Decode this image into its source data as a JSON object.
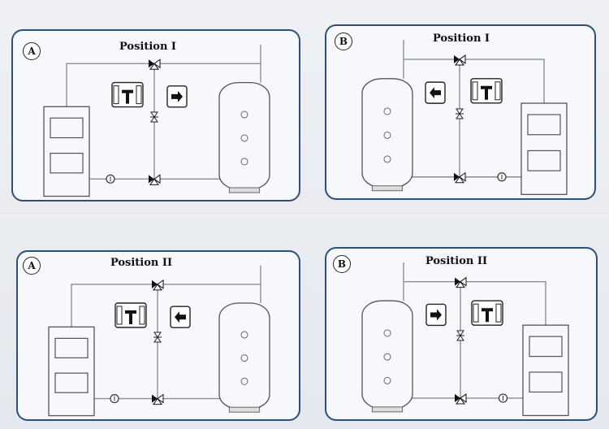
{
  "panels": [
    {
      "badge": "A",
      "title": "Position I"
    },
    {
      "badge": "B",
      "title": "Position I"
    },
    {
      "badge": "A",
      "title": "Position II"
    },
    {
      "badge": "B",
      "title": "Position II"
    }
  ],
  "colors": {
    "panel_border": "#2d4f7a",
    "pipe": "#8a8f99",
    "equipment_fill": "#f7f8fb",
    "valve_dark": "#111111"
  },
  "icons": {
    "boiler": "boiler-unit-icon",
    "tank": "storage-tank-icon",
    "valve": "three-way-valve-icon",
    "actuator": "valve-actuator-icon",
    "direction": "flow-direction-arrow-icon",
    "pump": "circulation-pump-icon",
    "sensor": "temperature-sensor-icon",
    "shutoff": "shutoff-valve-icon"
  },
  "diagrams": {
    "p0": {
      "boiler_side": "left",
      "direction": "right"
    },
    "p1": {
      "boiler_side": "right",
      "direction": "left"
    },
    "p2": {
      "boiler_side": "left",
      "direction": "left"
    },
    "p3": {
      "boiler_side": "right",
      "direction": "right"
    }
  }
}
